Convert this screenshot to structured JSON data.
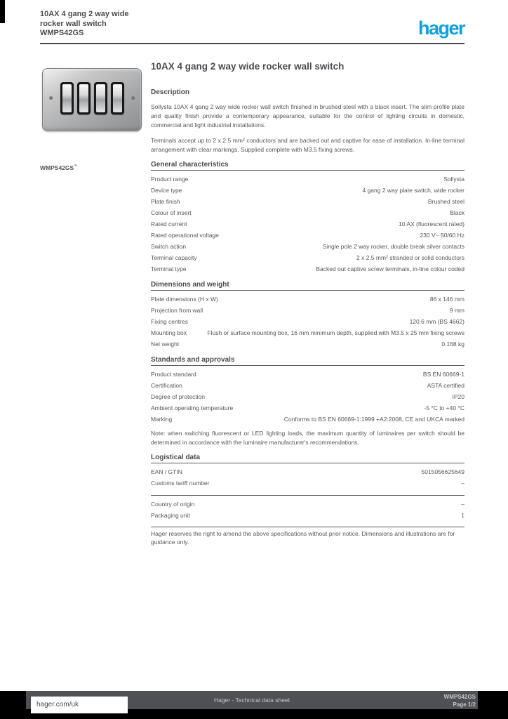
{
  "brand": {
    "logo_text": "hager",
    "accent_color": "#0ca2df"
  },
  "header": {
    "title_lines": [
      "10AX 4 gang 2 way wide",
      "rocker wall switch",
      "WMPS42GS"
    ]
  },
  "product_image": {
    "name": "4 gang wide rocker switch, brushed steel",
    "gangs": 4
  },
  "left_margin": {
    "reference": "WMPS42GS",
    "reference_sup": "™"
  },
  "main": {
    "title": "10AX 4 gang 2 way wide rocker wall switch",
    "description_heading": "Description",
    "paragraphs": [
      "Sollysta 10AX 4 gang 2 way wide rocker wall switch finished in brushed steel with a black insert. The slim profile plate and quality finish provide a contemporary appearance, suitable for the control of lighting circuits in domestic, commercial and light industrial installations.",
      "Terminals accept up to 2 x 2.5 mm² conductors and are backed out and captive for ease of installation. In-line terminal arrangement with clear markings. Supplied complete with M3.5 fixing screws."
    ],
    "sections": [
      {
        "heading": "General characteristics",
        "rows": [
          {
            "label": "Product range",
            "value": "Sollysta"
          },
          {
            "label": "Device type",
            "value": "4 gang 2 way plate switch, wide rocker"
          },
          {
            "label": "Plate finish",
            "value": "Brushed steel"
          },
          {
            "label": "Colour of insert",
            "value": "Black"
          },
          {
            "label": "Rated current",
            "value": "10 AX (fluorescent rated)"
          },
          {
            "label": "Rated operational voltage",
            "value": "230 V~ 50/60 Hz"
          },
          {
            "label": "Switch action",
            "value": "Single pole 2 way rocker, double break silver contacts"
          },
          {
            "label": "Terminal capacity",
            "value": "2 x 2.5 mm² stranded or solid conductors"
          },
          {
            "label": "Terminal type",
            "value": "Backed out captive screw terminals, in-line colour coded"
          }
        ],
        "note": ""
      },
      {
        "heading": "Dimensions and weight",
        "rows": [
          {
            "label": "Plate dimensions (H x W)",
            "value": "86 x 146 mm"
          },
          {
            "label": "Projection from wall",
            "value": "9 mm"
          },
          {
            "label": "Fixing centres",
            "value": "120.6 mm (BS 4662)"
          },
          {
            "label": "Mounting box",
            "value": "Flush or surface mounting box, 16 mm minimum depth, supplied with M3.5 x 25 mm fixing screws"
          },
          {
            "label": "Net weight",
            "value": "0.168 kg"
          }
        ],
        "note": ""
      },
      {
        "heading": "Standards and approvals",
        "rows": [
          {
            "label": "Product standard",
            "value": "BS EN 60669-1"
          },
          {
            "label": "Certification",
            "value": "ASTA certified"
          },
          {
            "label": "Degree of protection",
            "value": "IP20"
          },
          {
            "label": "Ambient operating temperature",
            "value": "-5 °C to +40 °C"
          },
          {
            "label": "Marking",
            "value": "Conforms to BS EN 60669-1:1999 +A2:2008, CE and UKCA marked"
          }
        ],
        "note": "Note: when switching fluorescent or LED lighting loads, the maximum quantity of luminaires per switch should be determined in accordance with the luminaire manufacturer's recommendations."
      },
      {
        "heading": "Logistical data",
        "rows": [
          {
            "label": "EAN / GTIN",
            "value": "5015056625649"
          },
          {
            "label": "Customs tariff number",
            "value": "–"
          }
        ],
        "note": ""
      },
      {
        "heading": "",
        "rows": [
          {
            "label": "Country of origin",
            "value": "–"
          },
          {
            "label": "Packaging unit",
            "value": "1"
          }
        ],
        "note": ""
      }
    ],
    "footnote": "Hager reserves the right to amend the above specifications without prior notice. Dimensions and illustrations are for guidance only."
  },
  "footer": {
    "site": "hager.com/uk",
    "center_text": "Hager - Technical data sheet",
    "right_lines": [
      "WMPS42GS",
      "Page 1/2"
    ]
  }
}
